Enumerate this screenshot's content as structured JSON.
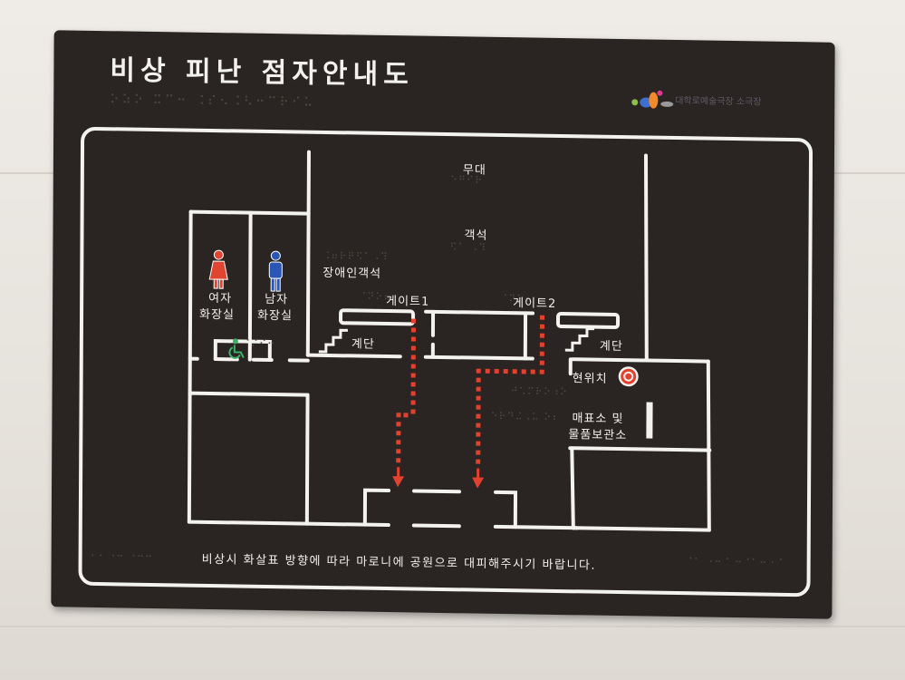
{
  "sign": {
    "title": "비상 피난 점자안내도",
    "title_braille": "⠕⠵⠕ ⠭⠉⠒ ⠨⠎⠢⠨⠣⠒⠉⠗⠊⠥",
    "logo_text": "대학로예술극장 소극장",
    "colors": {
      "plate": "#2a2522",
      "lines": "#f4f2ef",
      "route": "#e2412e",
      "female": "#e0452f",
      "male": "#2c56b5",
      "accessible": "#3fb06a",
      "logo_dots": [
        "#8bc34a",
        "#3d6fd1",
        "#f08a2a",
        "#d83c8f",
        "#9a9a9a"
      ]
    }
  },
  "map": {
    "labels": {
      "stage": "무대",
      "seats": "객석",
      "accessible_seats": "장애인객석",
      "gate1": "게이트1",
      "gate2": "게이트2",
      "womens_restroom_line1": "여자",
      "womens_restroom_line2": "화장실",
      "mens_restroom_line1": "남자",
      "mens_restroom_line2": "화장실",
      "stairs_left": "계단",
      "stairs_right": "계단",
      "current_location": "현위치",
      "ticket_office_line1": "매표소 및",
      "ticket_office_line2": "물품보관소"
    },
    "icons": [
      "female-restroom-icon",
      "male-restroom-icon",
      "wheelchair-icon",
      "current-location-icon",
      "stairs-icon",
      "route-arrow-icon"
    ]
  },
  "footer": {
    "instruction": "비상시 화살표 방향에 따라 마로니에 공원으로 대피해주시기 바랍니다.",
    "braille_left": "⠠⠠ ⠠⠤ ⠠⠤⠤",
    "braille_right": "⠐⠂ ⠠⠤⠐ ⠤⠐⠂⠤⠠⠐"
  },
  "braille": {
    "stage": "⠑⠛⠊⠗",
    "seats": "⠫⠁ ⠠⠹",
    "accessible": "⠨⠶⠗⠟⠫⠁⠠⠹",
    "gate": "⠈⠝⠕⠦",
    "stairs": "⠈⠌⠊⠒",
    "here": "⠚⠡⠍⠗⠕⠰⠕",
    "office": "⠑⠗⠙⠬⠠⠥ ⠕⠆"
  }
}
